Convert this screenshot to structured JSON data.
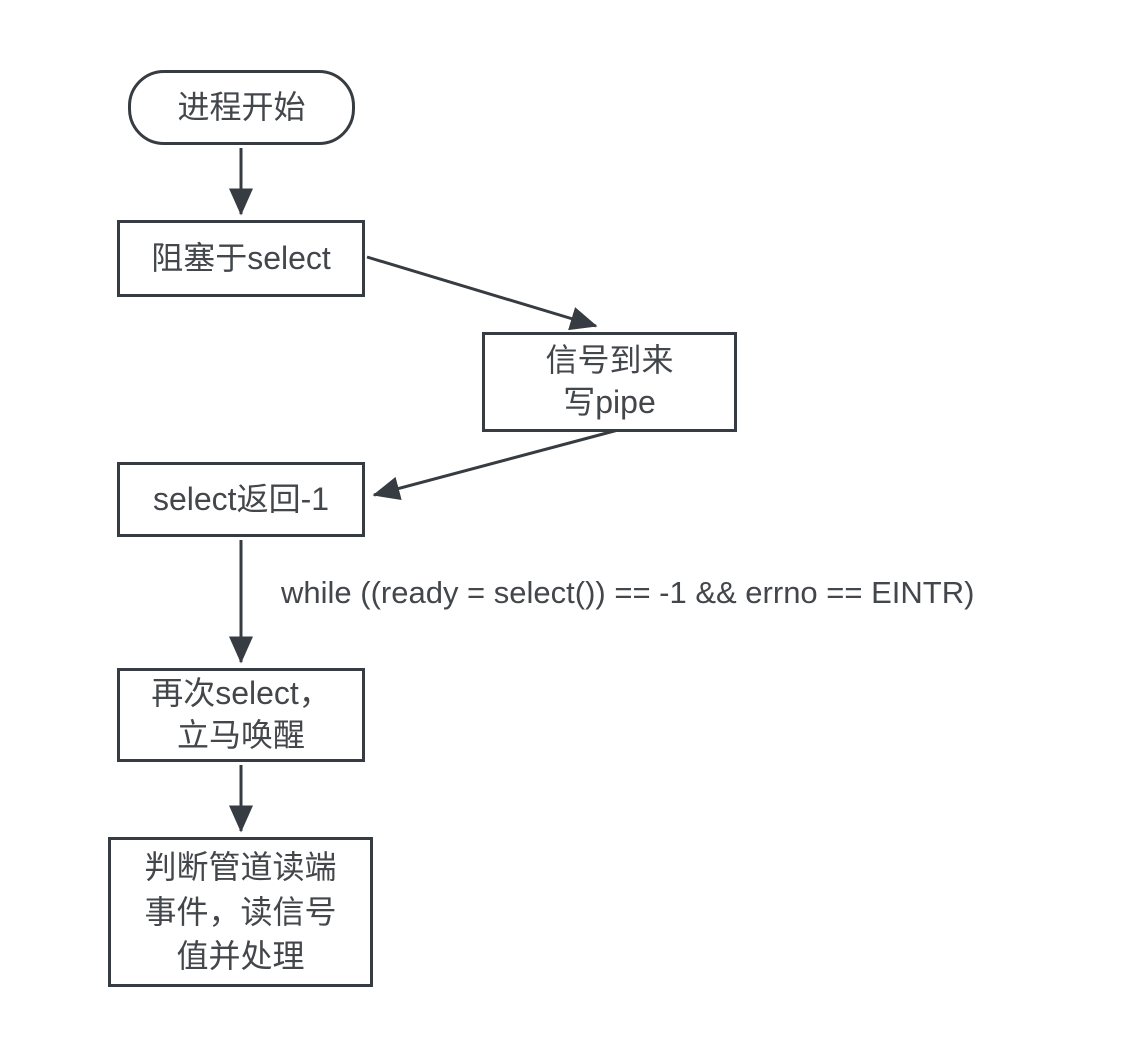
{
  "diagram": {
    "background_color": "#ffffff",
    "stroke_color": "#373c42",
    "text_color": "#43474b",
    "nodes": {
      "start": {
        "label": "进程开始"
      },
      "block_on_select": {
        "label": "阻塞于select"
      },
      "signal_write_pipe": {
        "label": "信号到来\n写pipe"
      },
      "select_returns_minus1": {
        "label": "select返回-1"
      },
      "select_again_wake": {
        "label": "再次select，\n立马唤醒"
      },
      "handle_pipe_event": {
        "label": "判断管道读端\n事件，读信号\n值并处理"
      }
    },
    "edges": {
      "while_condition_label": "while ((ready = select()) == -1 && errno == EINTR)"
    }
  }
}
